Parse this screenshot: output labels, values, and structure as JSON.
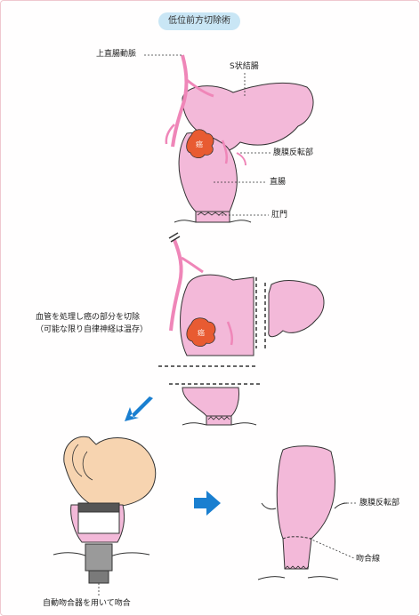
{
  "title": "低位前方切除術",
  "labels": {
    "superior_rectal_artery": "上直腸動脈",
    "sigmoid_colon": "S状結腸",
    "peritoneal_reflection": "腹膜反転部",
    "rectum": "直腸",
    "anus": "肛門",
    "cancer": "癌",
    "resection_line1": "血管を処理し癌の部分を切除",
    "resection_line2": "（可能な限り自律神経は温存）",
    "peritoneal_reflection_2": "腹膜反転部",
    "anastomosis_line": "吻合線",
    "stapler_caption": "自動吻合器を用いて吻合"
  },
  "colors": {
    "organ": "#f3b9d9",
    "artery": "#ef86b8",
    "cancer": "#e85b32",
    "arrow": "#1a7fd0",
    "pill": "#c9e6f5"
  }
}
